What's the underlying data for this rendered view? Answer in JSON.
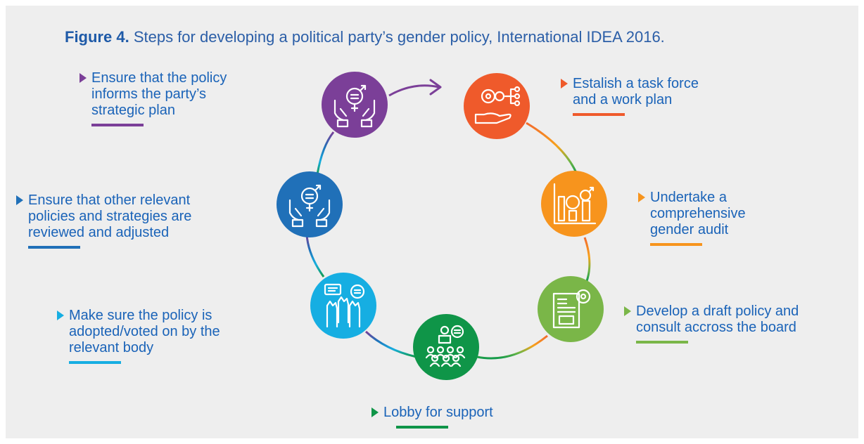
{
  "title": {
    "label": "Figure 4.",
    "text": "Steps for developing a political party’s gender policy, International IDEA 2016."
  },
  "steps": [
    {
      "lines": [
        "Estalish a task force",
        "and a work plan"
      ],
      "color": "#ef5a2b",
      "icon": "gears-hand-icon"
    },
    {
      "lines": [
        "Undertake a",
        "comprehensive",
        "gender audit"
      ],
      "color": "#f7941d",
      "icon": "gender-bar-chart-icon"
    },
    {
      "lines": [
        "Develop a draft policy and",
        "consult accross the board"
      ],
      "color": "#7ab648",
      "icon": "document-gear-icon"
    },
    {
      "lines": [
        "Lobby for support"
      ],
      "color": "#0f9548",
      "icon": "audience-speaker-icon"
    },
    {
      "lines": [
        "Make sure the policy is",
        "adopted/voted on by the",
        "relevant body"
      ],
      "color": "#16aee2",
      "icon": "raised-hands-vote-icon"
    },
    {
      "lines": [
        "Ensure that other relevant",
        "policies and strategies are",
        "reviewed and adjusted"
      ],
      "color": "#2070b8",
      "icon": "hands-gender-symbol-icon"
    },
    {
      "lines": [
        "Ensure that the policy",
        "informs the party’s",
        "strategic plan"
      ],
      "color": "#7b3f98",
      "icon": "hands-gender-symbol-icon"
    }
  ]
}
